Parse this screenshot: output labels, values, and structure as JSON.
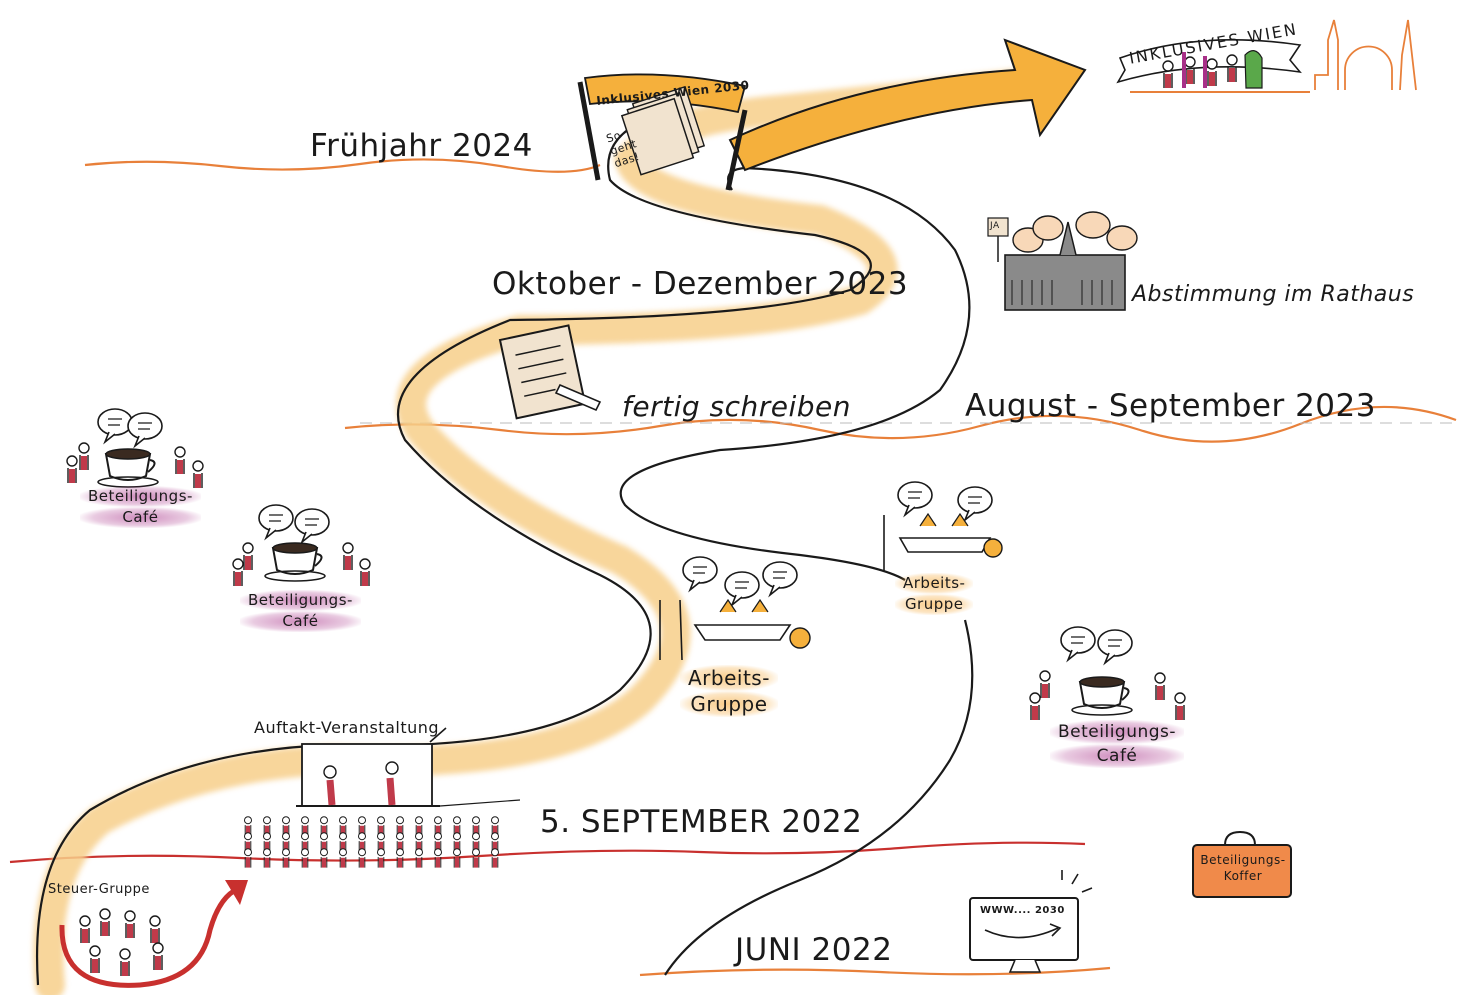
{
  "title_banner": "INKLUSIVES WIEN",
  "timeline": {
    "fruehjahr": "Frühjahr 2024",
    "oktober": "Oktober - Dezember 2023",
    "august": "August - September 2023",
    "september": "5. SEPTEMBER 2022",
    "juni": "JUNI 2022"
  },
  "gate": {
    "banner": "Inklusives Wien 2030",
    "doc_line1": "So",
    "doc_line2": "geht",
    "doc_line3": "das!"
  },
  "labels": {
    "fertig": "fertig schreiben",
    "abstimmung": "Abstimmung im Rathaus",
    "auftakt": "Auftakt-Veranstaltung",
    "steuer": "Steuer-Gruppe",
    "ja_sign": "JA",
    "koffer_1": "Beteiligungs-",
    "koffer_2": "Koffer",
    "www": "WWW.... 2030"
  },
  "cafes": [
    {
      "line1": "Beteiligungs-",
      "line2": "Café"
    },
    {
      "line1": "Beteiligungs-",
      "line2": "Café"
    },
    {
      "line1": "Beteiligungs-",
      "line2": "Café"
    }
  ],
  "arbeitsgruppen": [
    {
      "line1": "Arbeits-",
      "line2": "Gruppe"
    },
    {
      "line1": "Arbeits-",
      "line2": "Gruppe"
    }
  ],
  "colors": {
    "path": "#f7cf8a",
    "orange_line": "#e8803a",
    "red_line": "#c8302e",
    "magenta": "#a83088",
    "arrow": "#f5b03c",
    "ink": "#1a1a1a"
  }
}
